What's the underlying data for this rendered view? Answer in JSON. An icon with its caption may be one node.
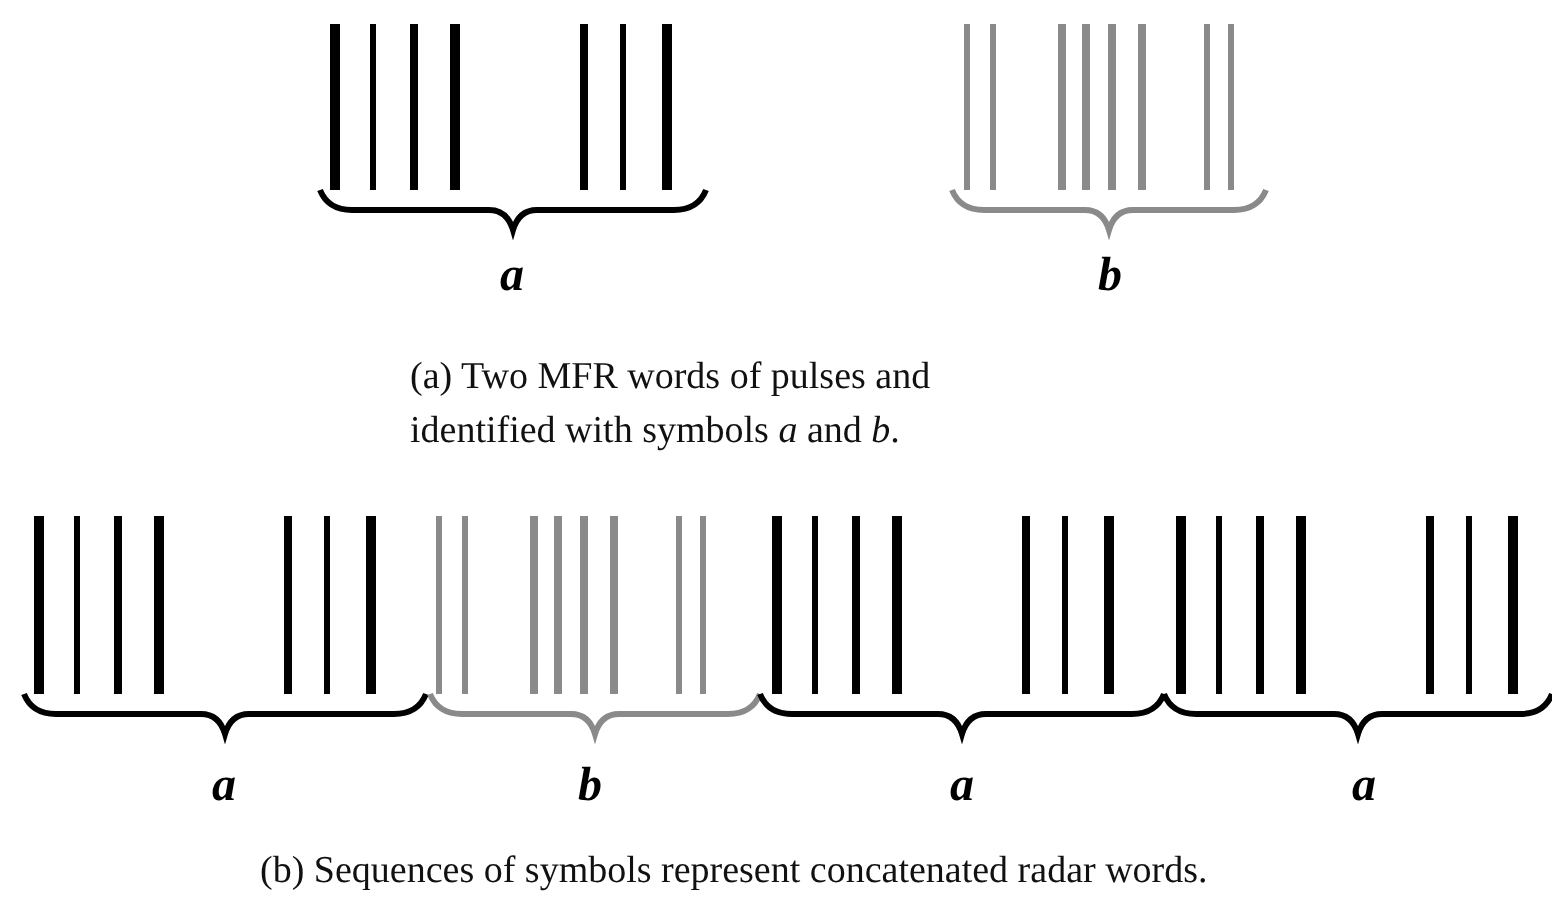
{
  "diagram": {
    "labels": [
      "a",
      "b",
      "(a) Two MFR words of pulses and identified with symbols *a* and *b*.",
      "a",
      "b",
      "a",
      "a",
      "(b) Sequences of symbols represent concatenated radar words."
    ]
  }
}
